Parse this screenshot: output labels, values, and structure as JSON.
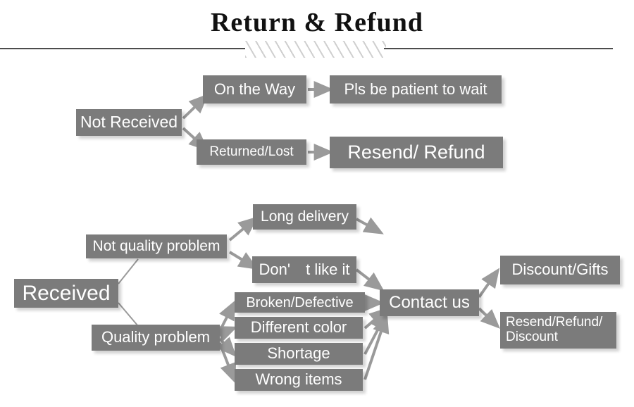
{
  "header": {
    "title": "Return & Refund",
    "divider_icon": "diagonal-hatch-divider"
  },
  "colors": {
    "box_fill": "#7b7b7b",
    "box_text": "#ffffff",
    "arrow": "#9a9a9a",
    "rule": "#4d4d4d",
    "hatch": "#cfcfcf",
    "background": "#ffffff"
  },
  "flow": {
    "not_received": {
      "root": "Not Received",
      "branches": [
        {
          "label": "On the Way",
          "outcome": "Pls be patient to wait"
        },
        {
          "label": "Returned/Lost",
          "outcome": "Resend/ Refund"
        }
      ]
    },
    "received": {
      "root": "Received",
      "categories": [
        {
          "label": "Not quality problem",
          "reasons": [
            "Long delivery",
            "Don'　t like it"
          ]
        },
        {
          "label": "Quality problem",
          "reasons": [
            "Broken/Defective",
            "Different color",
            "Shortage",
            "Wrong items"
          ]
        }
      ],
      "action": "Contact us",
      "resolutions": [
        {
          "label": "Discount/Gifts"
        },
        {
          "label": "Resend/Refund/",
          "label_line2": "Discount"
        }
      ]
    }
  }
}
